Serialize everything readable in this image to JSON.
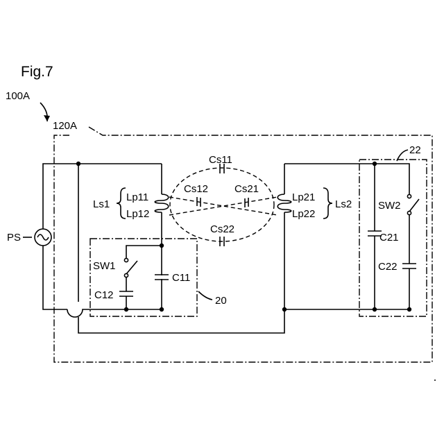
{
  "figure": {
    "title": "Fig.7"
  },
  "labels": {
    "system": "100A",
    "device": "120A",
    "power_source": "PS",
    "coil1": "Ls1",
    "coil2": "Ls2",
    "lp11": "Lp11",
    "lp12": "Lp12",
    "lp21": "Lp21",
    "lp22": "Lp22",
    "cs11": "Cs11",
    "cs12": "Cs12",
    "cs21": "Cs21",
    "cs22": "Cs22",
    "sw1": "SW1",
    "sw2": "SW2",
    "c11": "C11",
    "c12": "C12",
    "c21": "C21",
    "c22": "C22",
    "block20": "20",
    "block22": "22"
  }
}
